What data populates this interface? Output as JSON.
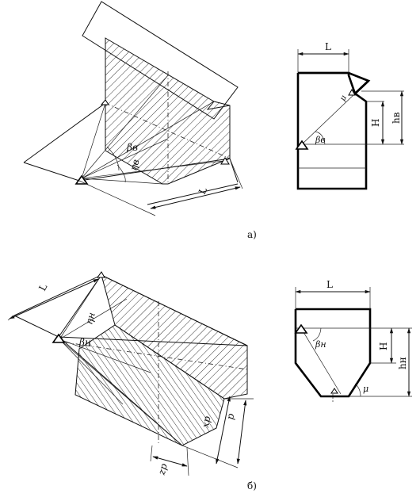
{
  "figure_a": {
    "caption": "а)",
    "iso_labels": {
      "L": "L",
      "beta": "βв",
      "eta": "ηв"
    },
    "section_labels": {
      "L": "L",
      "mu": "μ",
      "beta": "βв",
      "H": "H",
      "h": "hв"
    }
  },
  "figure_b": {
    "caption": "б)",
    "iso_labels": {
      "L": "L",
      "eta": "ηн",
      "beta": "βн",
      "x": "xp",
      "z": "zp",
      "p": "p"
    },
    "section_labels": {
      "L": "L",
      "beta": "βн",
      "H": "H",
      "h": "hн",
      "mu": "μ"
    }
  }
}
